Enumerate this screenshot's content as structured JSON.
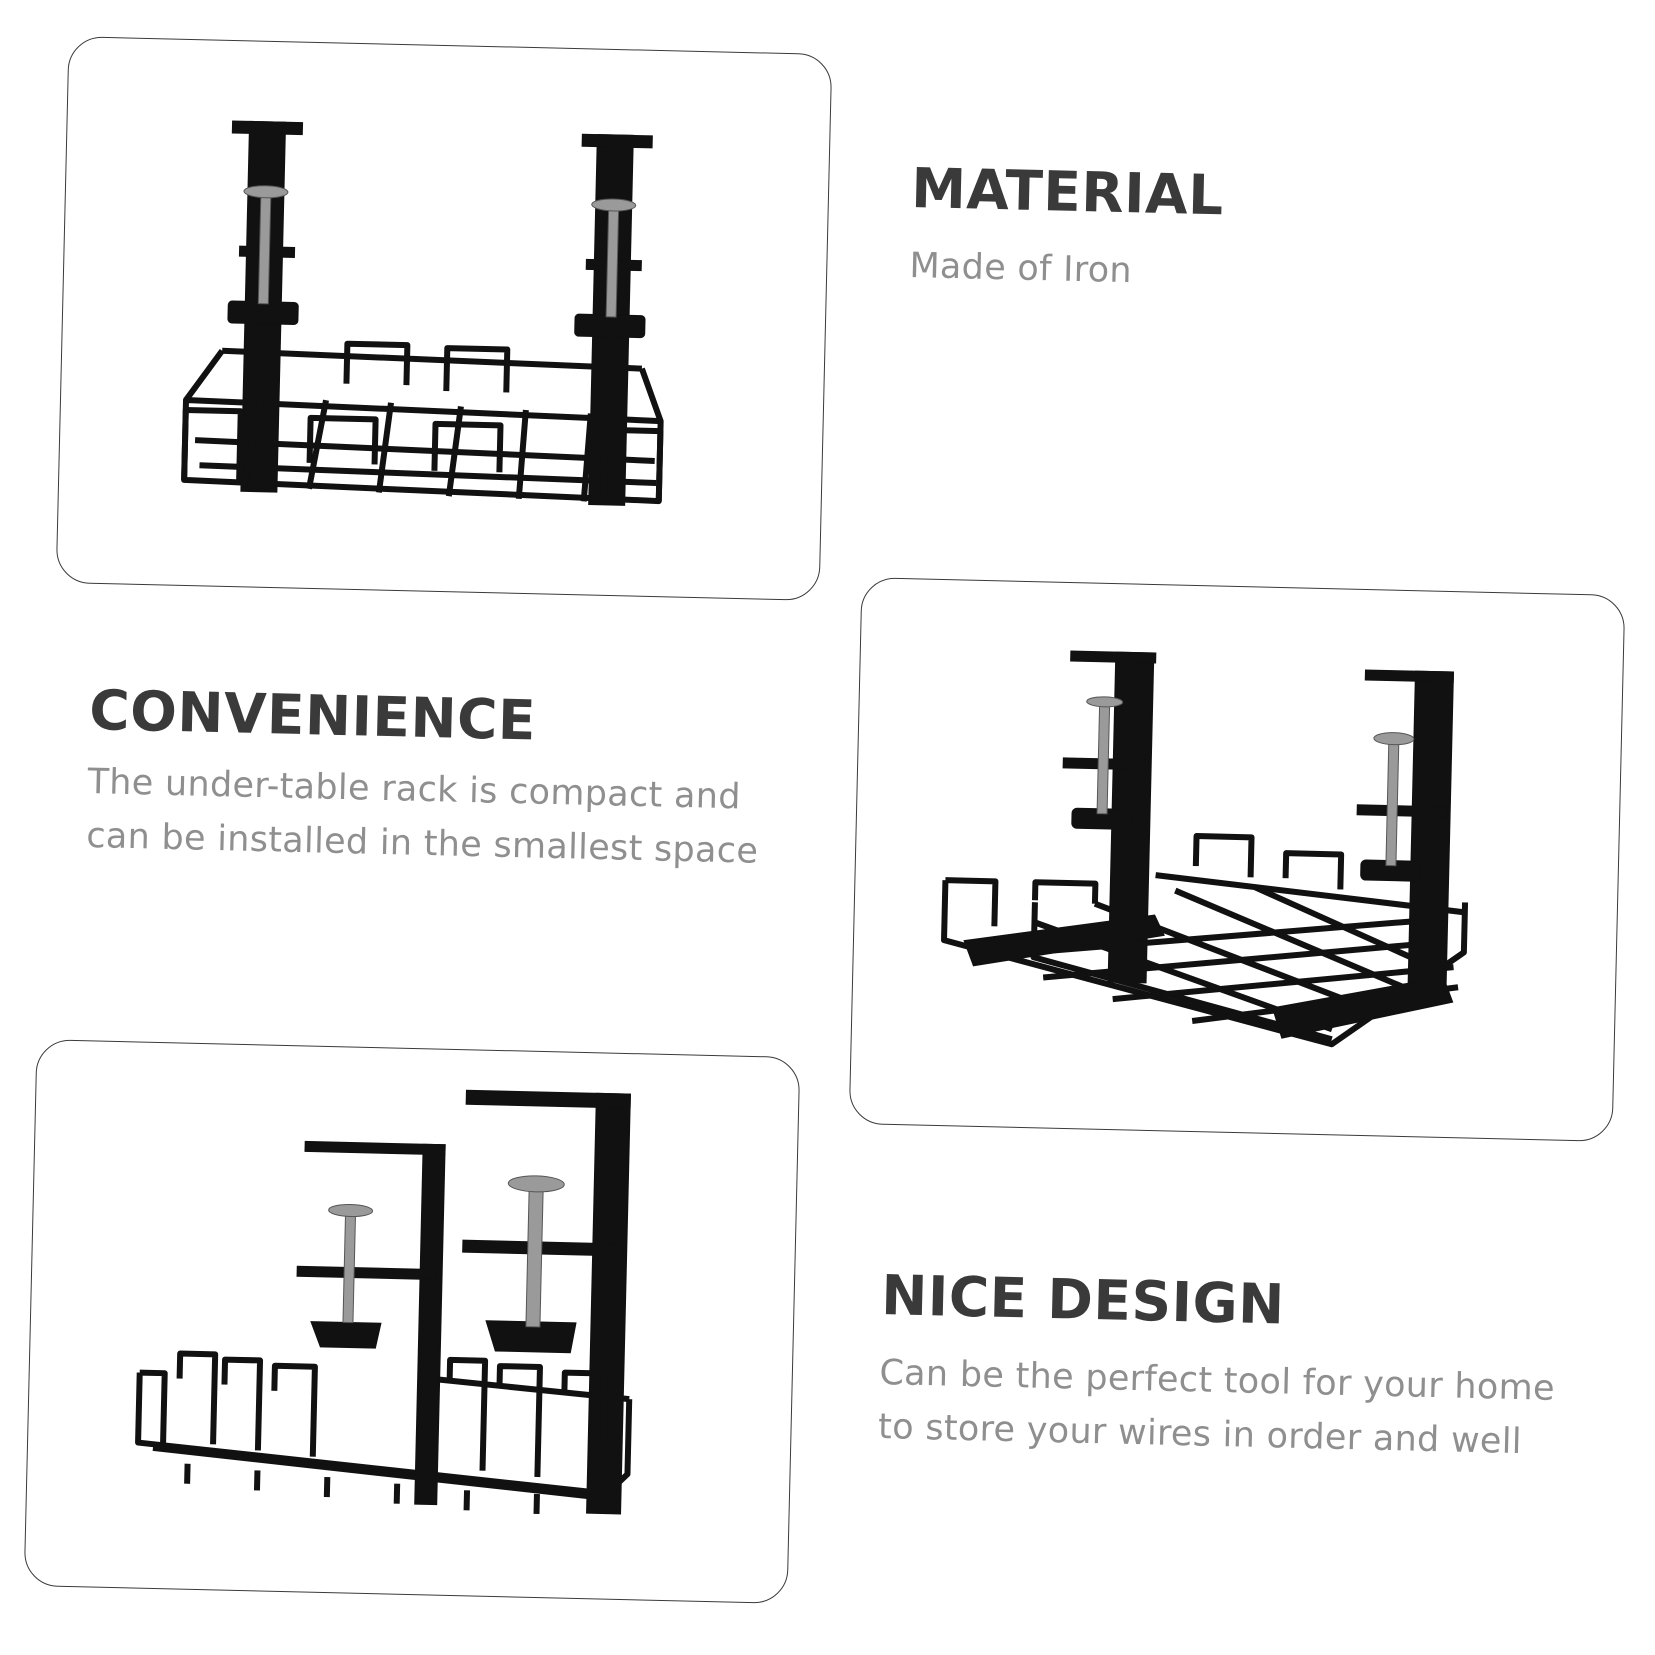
{
  "features": [
    {
      "title": "MATERIAL",
      "lines": [
        "Made of Iron"
      ]
    },
    {
      "title": "CONVENIENCE",
      "lines": [
        "The under-table rack is compact and",
        "can be installed in the smallest space"
      ]
    },
    {
      "title": "NICE DESIGN",
      "lines": [
        "Can be the perfect tool for your home",
        "to store your wires in order and well"
      ]
    }
  ],
  "colors": {
    "border": "#3a3a3a",
    "metal": "#111111",
    "screw": "#9a9a9a",
    "title": "#3a3a3a",
    "body": "#8f8f8f"
  },
  "images": [
    {
      "name": "cable-tray-front-view"
    },
    {
      "name": "cable-tray-angled-view"
    },
    {
      "name": "cable-tray-side-view"
    }
  ]
}
